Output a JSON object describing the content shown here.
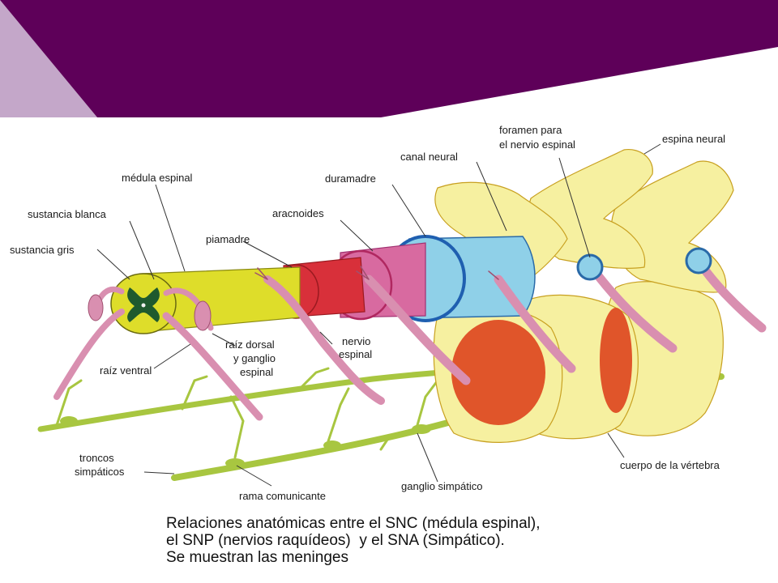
{
  "diagram": {
    "labels": {
      "medula_espinal": "médula espinal",
      "sustancia_blanca": "sustancia blanca",
      "sustancia_gris": "sustancia gris",
      "raiz_ventral": "raíz ventral",
      "piamadre": "piamadre",
      "aracnoides": "aracnoides",
      "duramadre": "duramadre",
      "canal_neural": "canal neural",
      "foramen_line1": "foramen para",
      "foramen_line2": "el nervio espinal",
      "espina_neural": "espina neural",
      "raiz_dorsal_line1": "raíz dorsal",
      "raiz_dorsal_line2": "y ganglio",
      "raiz_dorsal_line3": "espinal",
      "nervio_line1": "nervio",
      "nervio_line2": "espinal",
      "troncos_line1": "troncos",
      "troncos_line2": "simpáticos",
      "rama_comunicante": "rama comunicante",
      "ganglio_simpatico": "ganglio simpático",
      "cuerpo_vertebra": "cuerpo de la vértebra"
    },
    "colors": {
      "header_purple": "#5e0059",
      "header_lavender": "#c4a7c9",
      "spinal_cord": "#dedd2a",
      "gray_matter": "#1f5a2e",
      "pia": "#d8303a",
      "arachnoid": "#d86aa0",
      "dura": "#8fd0e8",
      "vertebra": "#f6f0a0",
      "vertebral_body": "#e0552a",
      "nerve": "#d98fb0",
      "sympathetic": "#a8c640"
    }
  },
  "caption": {
    "line1": "Relaciones anatómicas entre el SNC (médula espinal),",
    "line2": "el SNP (nervios raquídeos)  y el SNA (Simpático).",
    "line3": "Se muestran las meninges"
  }
}
